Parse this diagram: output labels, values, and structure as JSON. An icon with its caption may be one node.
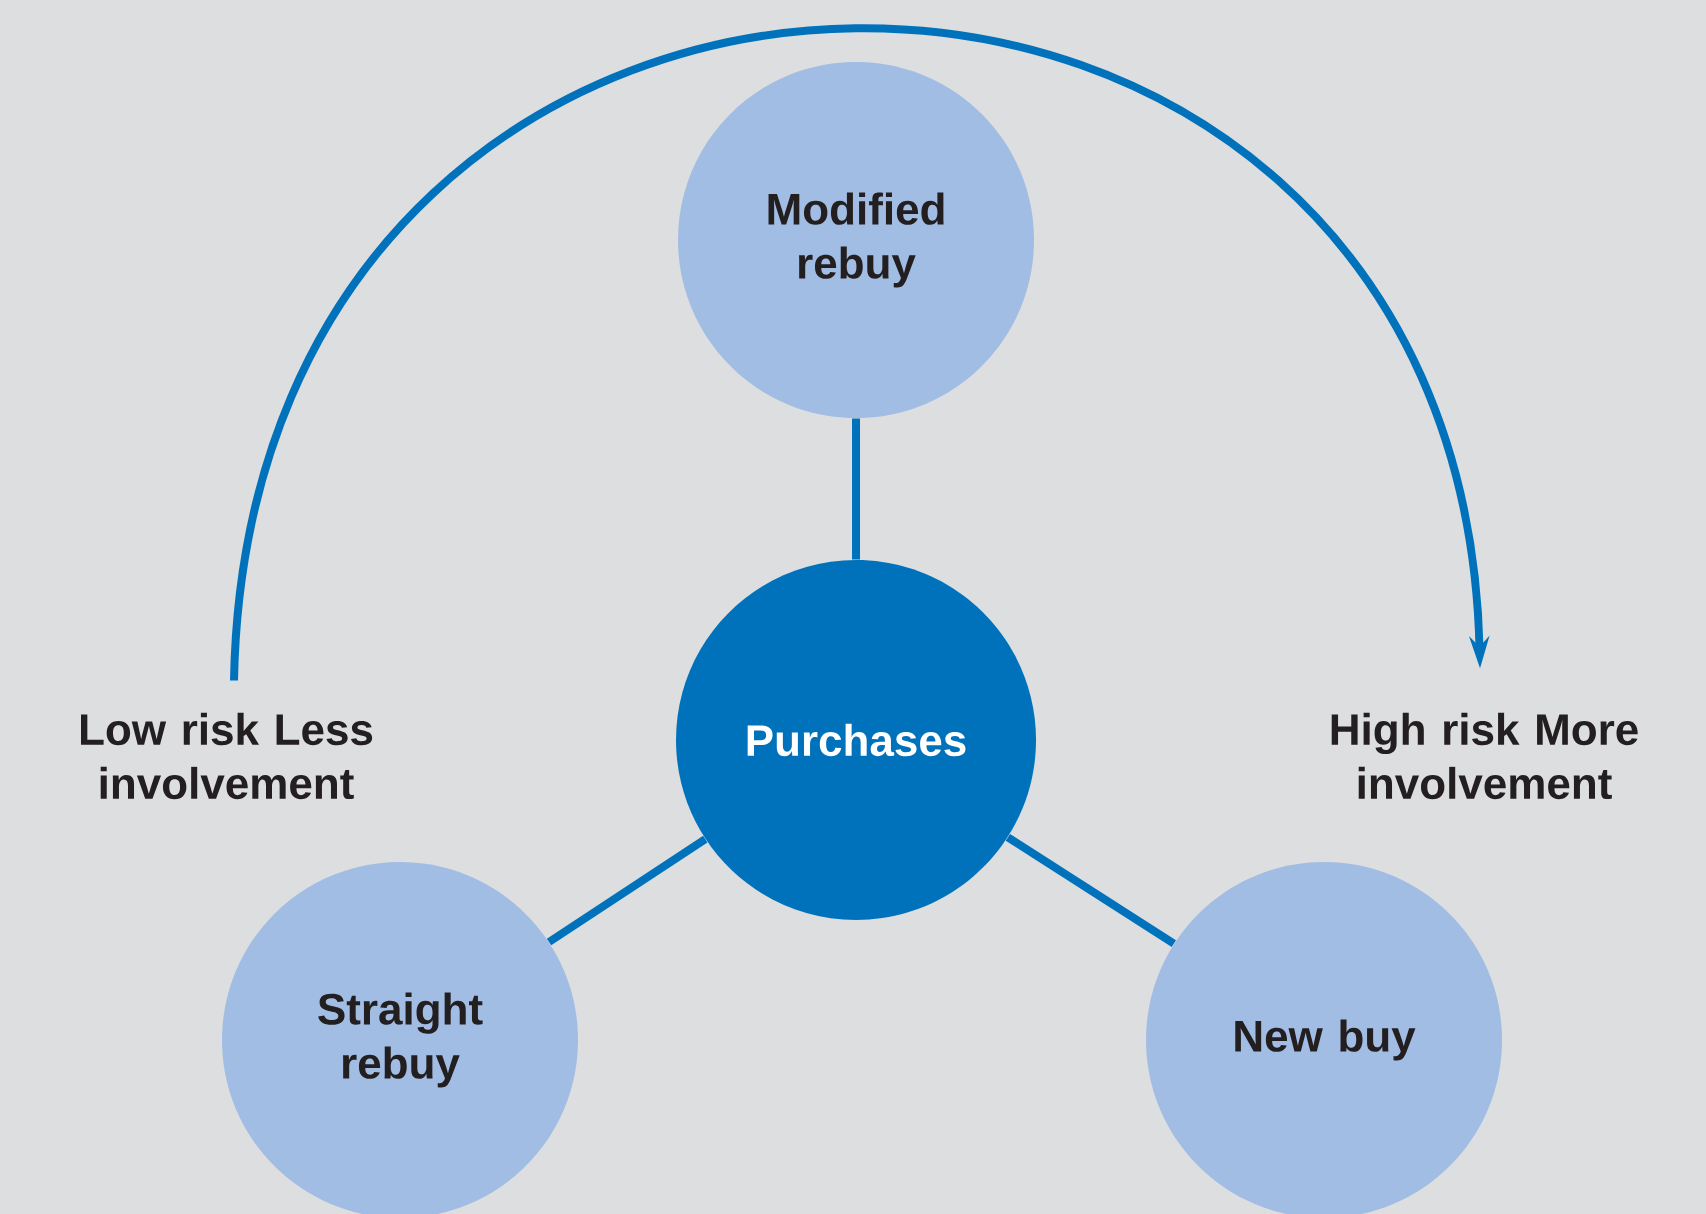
{
  "diagram": {
    "nodes": [
      {
        "text": [
          "Purchases"
        ]
      },
      {
        "text": [
          "Modified rebuy"
        ]
      },
      {
        "text": [
          "Straight rebuy"
        ]
      },
      {
        "text": [
          "New buy"
        ]
      },
      {
        "text": [
          "Low risk Less involvement"
        ]
      },
      {
        "text": [
          "High risk More involvement"
        ]
      }
    ],
    "edges": [
      {
        "from": 0,
        "to": 1,
        "arrow": "none"
      },
      {
        "from": 0,
        "to": 2,
        "arrow": "none"
      },
      {
        "from": 0,
        "to": 3,
        "arrow": "none"
      },
      {
        "from": 4,
        "to": 5,
        "arrow": "to"
      }
    ]
  }
}
